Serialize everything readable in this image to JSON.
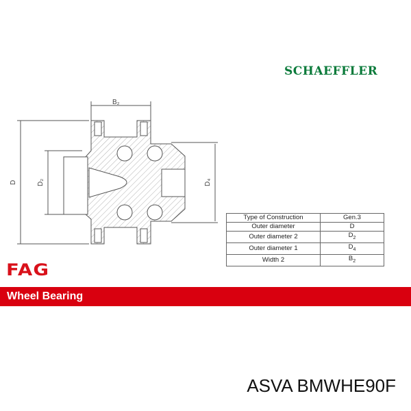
{
  "brand": "SCHAEFFLER",
  "logo": "FAG",
  "category": "Wheel Bearing",
  "part_number": "ASVA BMWHE90F",
  "dimension_labels": {
    "D": {
      "main": "D",
      "sub": ""
    },
    "D2": {
      "main": "D",
      "sub": "2"
    },
    "D4": {
      "main": "D",
      "sub": "4"
    },
    "B2": {
      "main": "B",
      "sub": "2"
    }
  },
  "spec_table": [
    {
      "label": "Type of Construction",
      "value": "Gen.3",
      "sub": ""
    },
    {
      "label": "Outer diameter",
      "value": "D",
      "sub": ""
    },
    {
      "label": "Outer diameter 2",
      "value": "D",
      "sub": "2"
    },
    {
      "label": "Outer diameter 1",
      "value": "D",
      "sub": "4"
    },
    {
      "label": "Width 2",
      "value": "B",
      "sub": "2"
    }
  ],
  "colors": {
    "red": "#d9000f",
    "green": "#0a7a3a"
  }
}
